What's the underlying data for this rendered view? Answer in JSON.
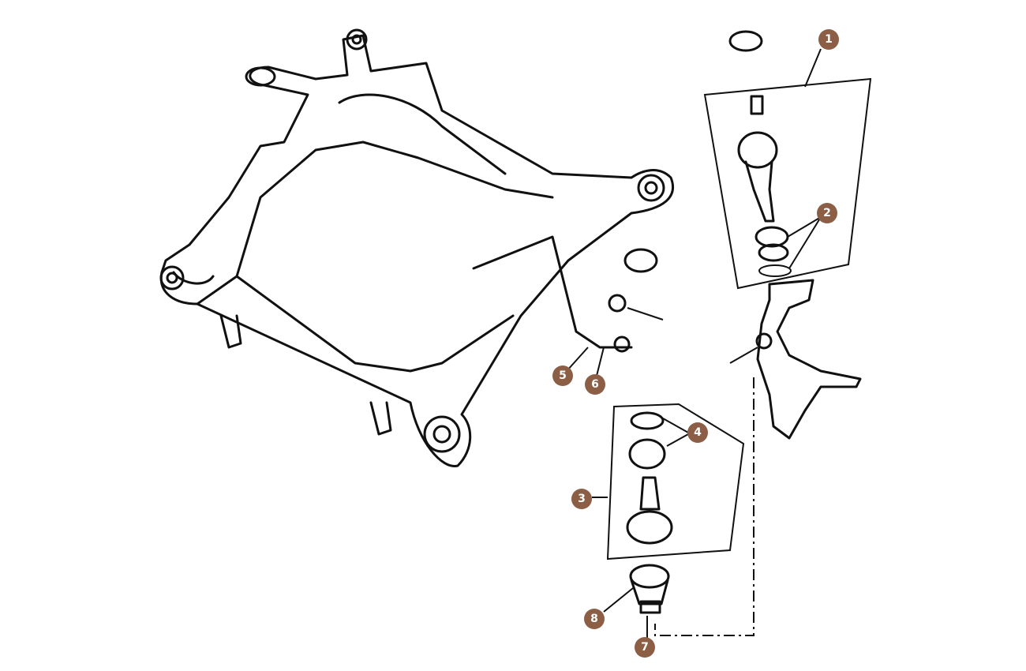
{
  "diagram": {
    "callout_color": "#8B5E45",
    "callouts": [
      {
        "label": "1"
      },
      {
        "label": "2"
      },
      {
        "label": "3"
      },
      {
        "label": "4"
      },
      {
        "label": "5"
      },
      {
        "label": "6"
      },
      {
        "label": "7"
      },
      {
        "label": "8"
      }
    ]
  }
}
